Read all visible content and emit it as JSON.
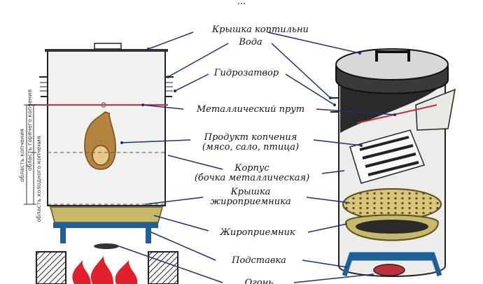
{
  "title": "...",
  "labels": {
    "lid": "Крышка коптильни",
    "water": "Вода",
    "seal": "Гидрозатвор",
    "rod": "Металлический прут",
    "product_1": "Продукт копчения",
    "product_2": "(мясо, сало, птица)",
    "body_1": "Корпус",
    "body_2": "(бочка металлическая)",
    "tray_lid_1": "Крышка",
    "tray_lid_2": "жироприемника",
    "tray": "Жироприемник",
    "stand": "Подставка",
    "fire": "Огонь"
  },
  "side_labels": [
    "область копчения",
    "область горячего копчения",
    "область холодного копчения"
  ],
  "colors": {
    "fire": "#e0202a",
    "rod": "#c0303e",
    "stand": "#1f5f97",
    "tray": "#c8b86a",
    "leader": "#1c2f7a",
    "meat": "#b4843f"
  }
}
